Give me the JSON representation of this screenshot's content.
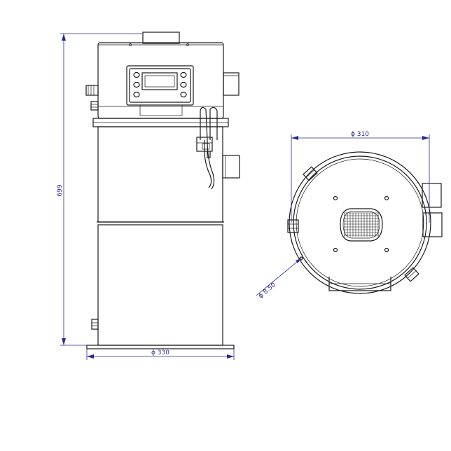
{
  "dimensions": {
    "height": "699",
    "base_diameter": "ϕ 330",
    "top_diameter": "ϕ 310",
    "hole_diameter": "ϕ 8.50"
  },
  "colors": {
    "line": "#1a1a1a",
    "dimension": "#2a2a8a",
    "background": "#ffffff"
  }
}
